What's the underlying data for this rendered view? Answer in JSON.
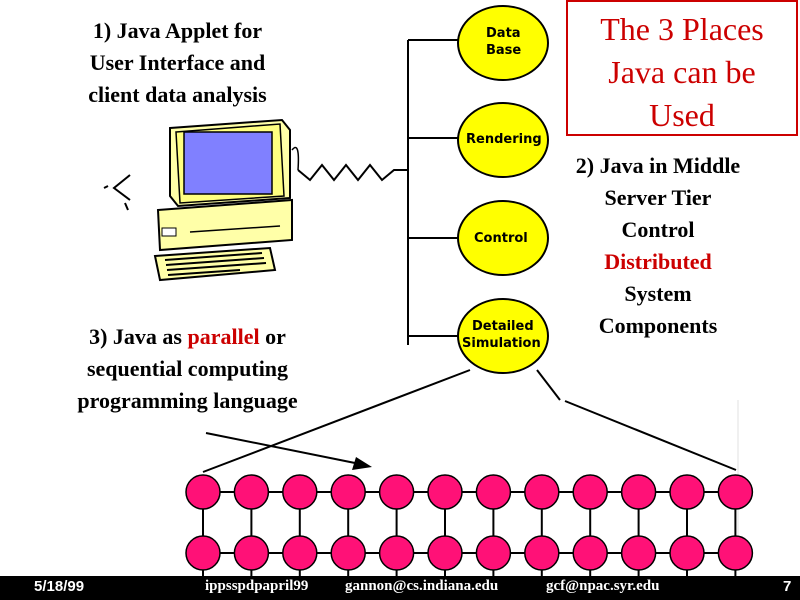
{
  "title": {
    "lines": [
      "The 3 Places",
      "Java can be",
      "Used"
    ]
  },
  "applet_label": {
    "lines": [
      "1) Java Applet for",
      "User Interface and",
      "client data analysis"
    ]
  },
  "middle_label": {
    "l1": "2) Java in Middle",
    "l2": "Server Tier",
    "l3": "Control",
    "l4": "Distributed",
    "l5": "System",
    "l6": "Components"
  },
  "parallel_label": {
    "pre": "3) Java as ",
    "highlight": "parallel",
    "post": " or",
    "l2": "sequential computing",
    "l3": "programming language"
  },
  "nodes": [
    {
      "lines": [
        "Data",
        "Base"
      ]
    },
    {
      "lines": [
        "Rendering"
      ]
    },
    {
      "lines": [
        "Control"
      ]
    },
    {
      "lines": [
        "Detailed",
        "Simulation"
      ]
    }
  ],
  "colors": {
    "accent_red": "#cc0000",
    "node_yellow": "#ffff00",
    "grid_node": "#ff1177",
    "footer_bg": "#000000"
  },
  "grid": {
    "rows": 2,
    "cols": 12
  },
  "footer": {
    "date": "5/18/99",
    "source": "ippsspdpapril99",
    "email1": "gannon@cs.indiana.edu",
    "email2": "gcf@npac.syr.edu",
    "page": "7"
  }
}
